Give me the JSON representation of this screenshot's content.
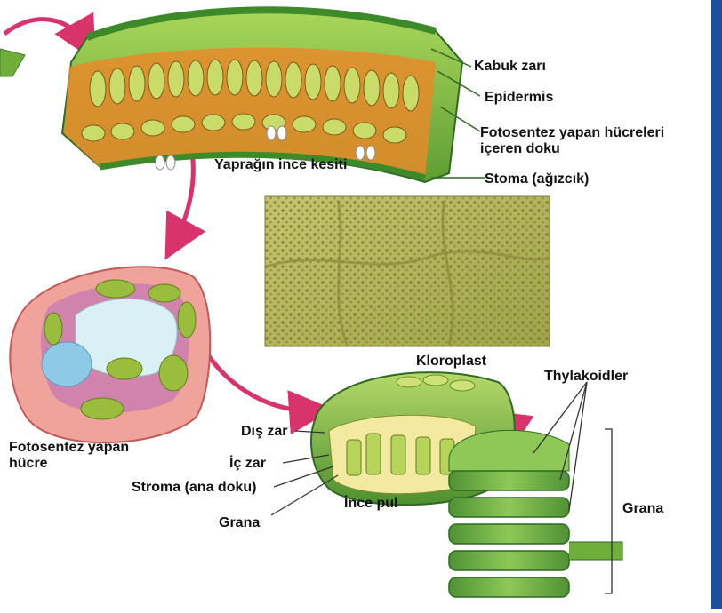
{
  "labels": {
    "kabuk_zari": "Kabuk zarı",
    "epidermis": "Epidermis",
    "fotosentez_doku_line1": "Fotosentez yapan hücreleri",
    "fotosentez_doku_line2": "içeren doku",
    "yaprak_kesiti": "Yaprağın ince kesiti",
    "stoma": "Stoma (ağızcık)",
    "kloroplast": "Kloroplast",
    "thylakoidler": "Thylakoidler",
    "dis_zar": "Dış zar",
    "ic_zar": "İç zar",
    "stroma": "Stroma (ana doku)",
    "grana_small": "Grana",
    "ince_pul": "İnce pul",
    "grana_big": "Grana",
    "fotosentez_hucre_line1": "Fotosentez yapan",
    "fotosentez_hucre_line2": "hücre"
  },
  "colors": {
    "leaf_green": "#8cc63f",
    "dark_green": "#3f7f2a",
    "cell_orange": "#e8892a",
    "cell_fill": "#c9dc6a",
    "arrow_pink": "#d9336b",
    "cell_pink": "#f0a39a",
    "photo_bg": "#b9b45a",
    "edge_blue": "#1a4f9c"
  }
}
